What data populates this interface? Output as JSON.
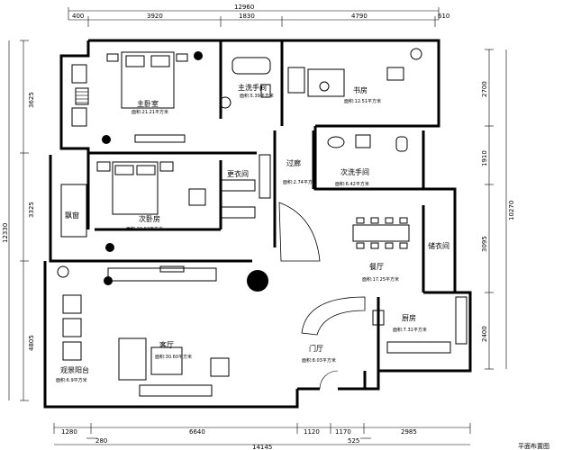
{
  "dimensions": {
    "top_total": "12960",
    "top": [
      "400",
      "3920",
      "1830",
      "4790",
      "610"
    ],
    "left": [
      "3625",
      "3325",
      "4805"
    ],
    "left_total": "12330",
    "right": [
      "2700",
      "1910",
      "3095",
      "2400"
    ],
    "right_total": "10270",
    "bottom": [
      "1280",
      "6640",
      "1120",
      "1170",
      "2985"
    ],
    "bottom_small": [
      "280",
      "525"
    ],
    "bottom_total": "14145"
  },
  "rooms": {
    "master_bedroom": {
      "name": "主卧室",
      "area": "面积:21.21平方米"
    },
    "master_bath": {
      "name": "主洗手间",
      "area": "面积:5.39平方米"
    },
    "study": {
      "name": "书房",
      "area": "面积:12.51平方米"
    },
    "corridor": {
      "name": "过廊",
      "area": "面积:2.74平方米"
    },
    "closet": {
      "name": "更衣间"
    },
    "guest_bath": {
      "name": "次洗手间",
      "area": "面积:6.42平方米"
    },
    "second_bedroom": {
      "name": "次卧房",
      "area": "面积:20.93平方米"
    },
    "bay_seat": {
      "name": "飘窗"
    },
    "dining": {
      "name": "餐厅",
      "area": "面积:17.25平方米"
    },
    "storage": {
      "name": "储衣间"
    },
    "kitchen": {
      "name": "厨房",
      "area": "面积:7.31平方米"
    },
    "living": {
      "name": "客厅",
      "area": "面积:30.60平方米"
    },
    "entry": {
      "name": "门厅",
      "area": "面积:8.03平方米"
    },
    "balcony": {
      "name": "观景阳台",
      "area": "面积:6.9平方米"
    }
  },
  "footer_note": "平面布置图"
}
